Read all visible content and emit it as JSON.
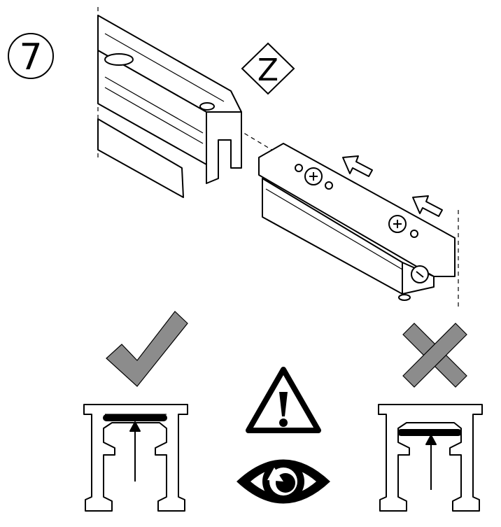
{
  "step": {
    "number": "7"
  },
  "diamond": {
    "letter": "Z"
  },
  "indicators": {
    "correct": "check-mark",
    "incorrect": "cross-mark"
  },
  "colors": {
    "ink": "#000000",
    "mark_gray": "#8c8c8c",
    "rail_fill": "#ffffff"
  }
}
